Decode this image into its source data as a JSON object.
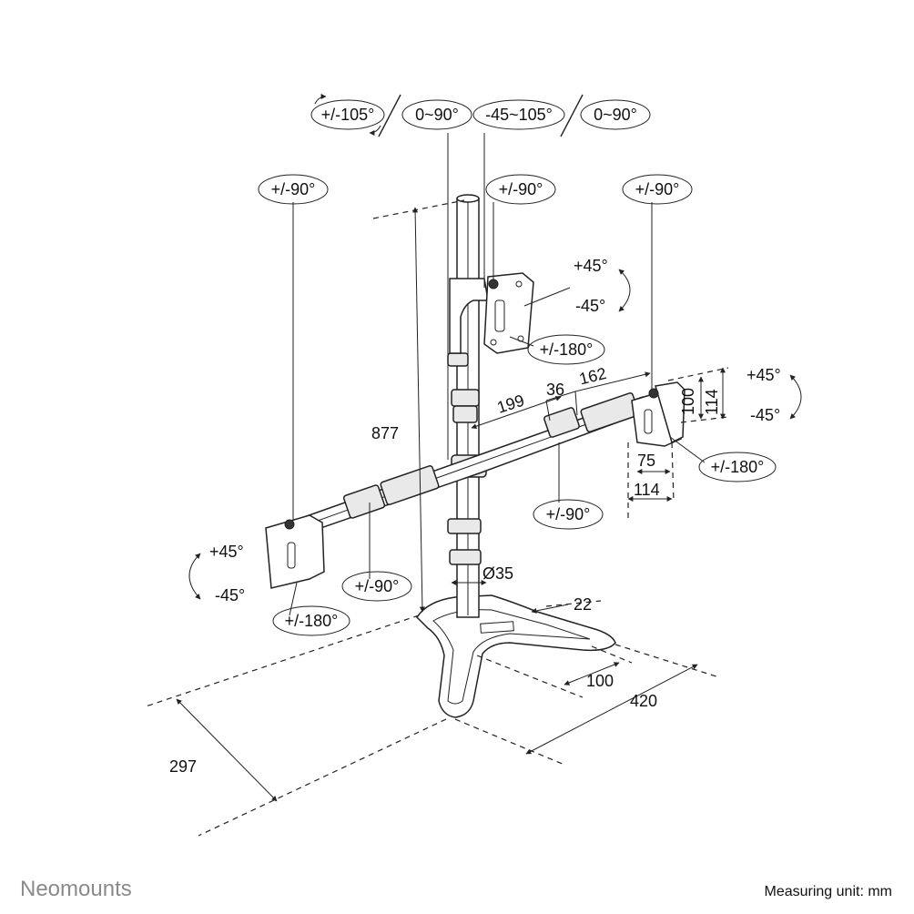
{
  "brand": "Neomounts",
  "measuring_unit": "Measuring unit: mm",
  "dimensions": {
    "height": "877",
    "arm_199": "199",
    "arm_36": "36",
    "arm_162": "162",
    "vesa_100_h": "100",
    "vesa_114_h": "114",
    "vesa_75_w": "75",
    "vesa_114_w": "114",
    "pole_diameter": "Ø35",
    "base_22": "22",
    "base_100": "100",
    "base_420": "420",
    "base_297": "297"
  },
  "angles": {
    "top_rotation_1": "+/-105°",
    "top_rotation_2": "0~90°",
    "top_rotation_3": "-45~105°",
    "top_rotation_4": "0~90°",
    "left_swivel": "+/-90°",
    "center_swivel": "+/-90°",
    "right_swivel": "+/-90°",
    "center_tilt_up": "+45°",
    "center_tilt_down": "-45°",
    "center_rotate": "+/-180°",
    "right_tilt_up": "+45°",
    "right_tilt_down": "-45°",
    "right_rotate": "+/-180°",
    "right_arm_swivel": "+/-90°",
    "left_tilt_up": "+45°",
    "left_tilt_down": "-45°",
    "left_rotate": "+/-180°",
    "left_arm_swivel": "+/-90°"
  }
}
